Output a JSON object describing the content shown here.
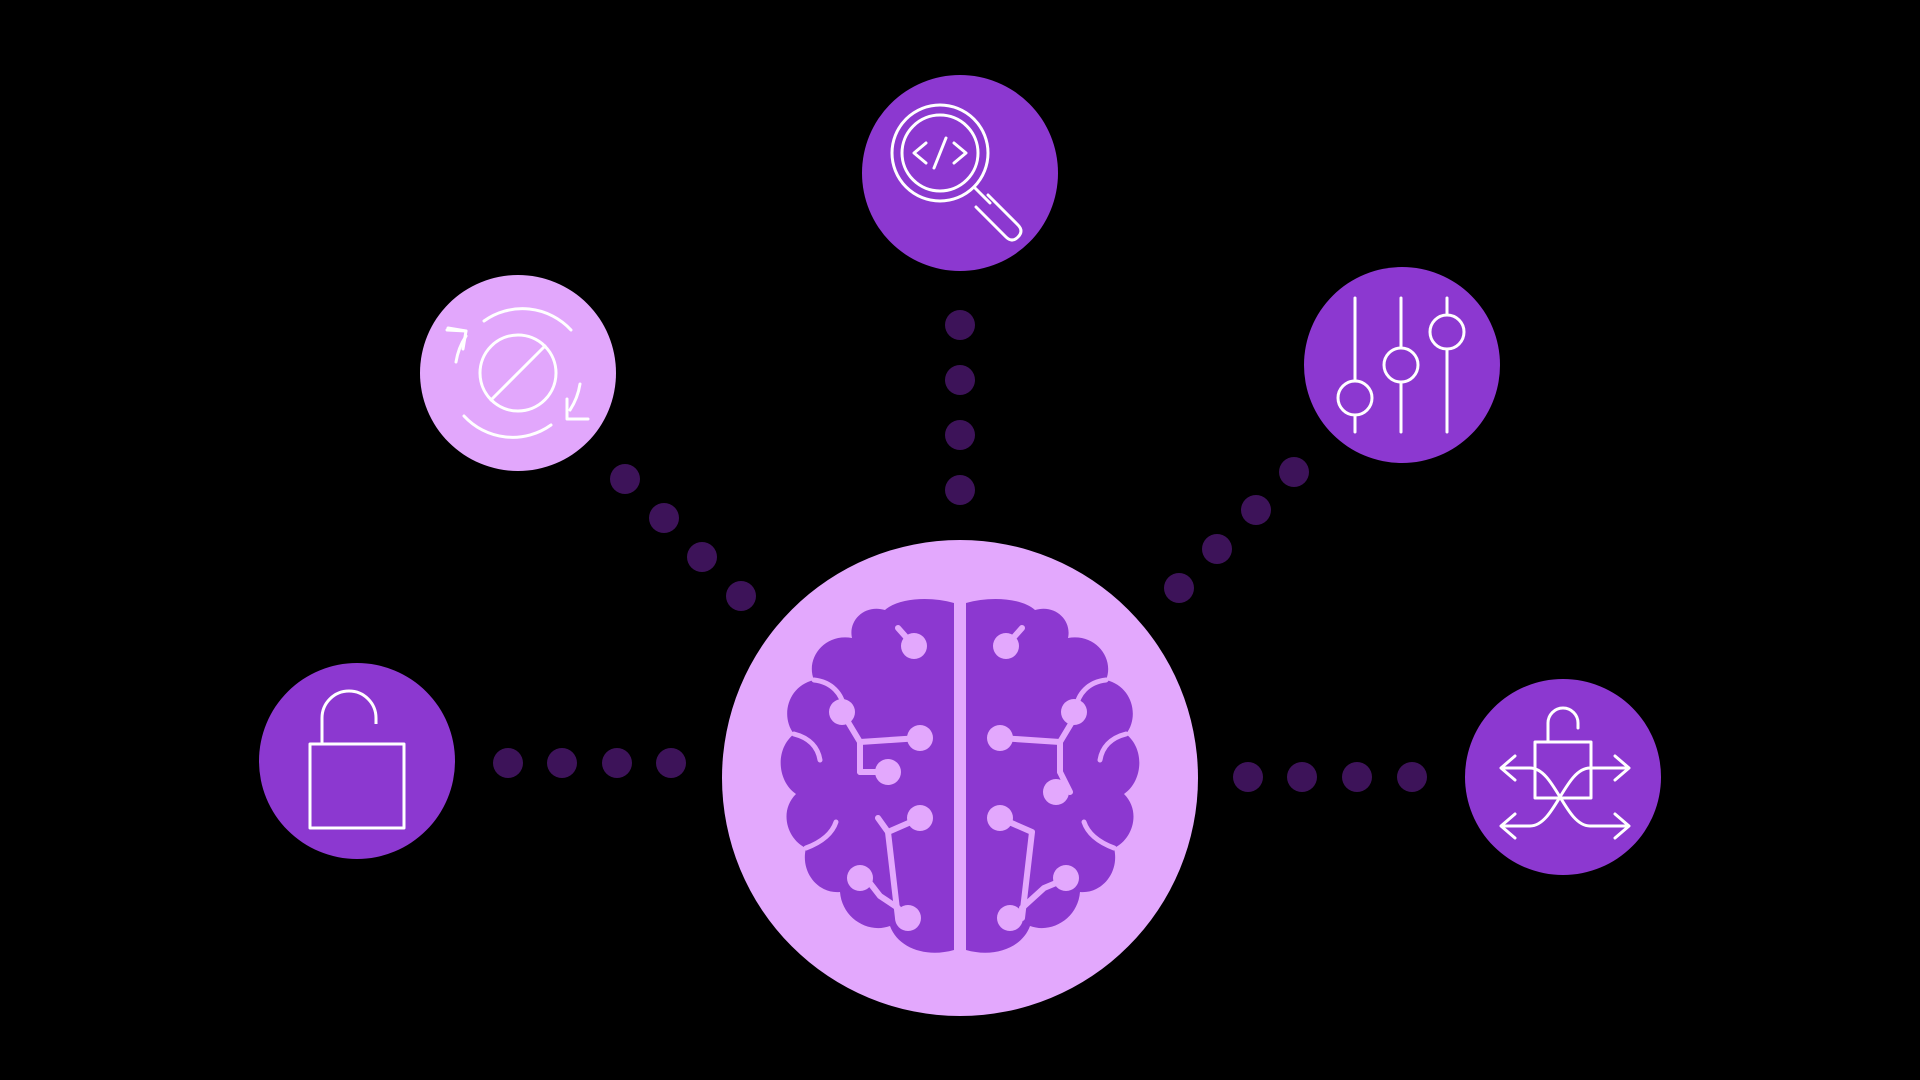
{
  "colors": {
    "background": "#000000",
    "hub_fill": "#e3a8fd",
    "node_fill": "#8c38d0",
    "node_fill_light": "#e2a7fc",
    "icon_stroke": "#ffffff",
    "brain_fill": "#8c38d0",
    "brain_circuit": "#e3a8fd",
    "connector_dot": "#3d1359"
  },
  "hub": {
    "icon": "brain-circuit-icon"
  },
  "nodes": [
    {
      "id": "top",
      "icon": "code-search-icon",
      "fill": "primary"
    },
    {
      "id": "upper-left",
      "icon": "cycle-block-icon",
      "fill": "light"
    },
    {
      "id": "upper-right",
      "icon": "sliders-icon",
      "fill": "primary"
    },
    {
      "id": "left",
      "icon": "unlocked-padlock-icon",
      "fill": "primary"
    },
    {
      "id": "right",
      "icon": "lock-arrows-icon",
      "fill": "primary"
    }
  ]
}
